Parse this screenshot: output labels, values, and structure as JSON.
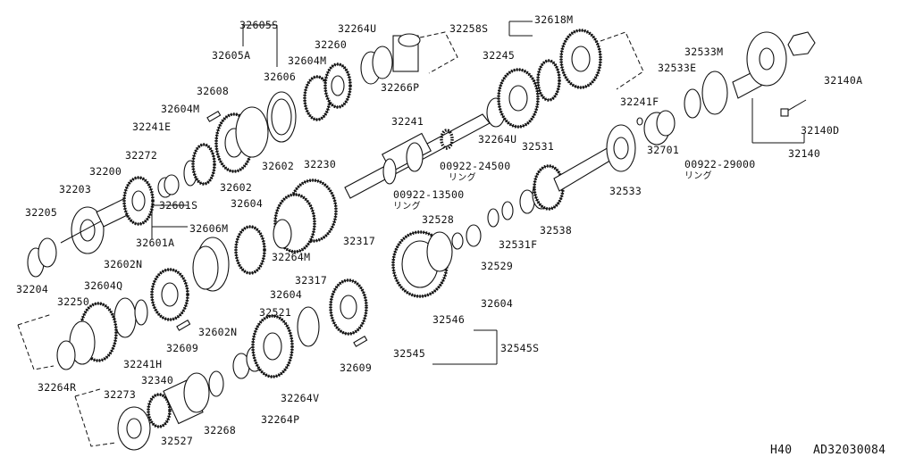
{
  "labels": {
    "l32605S": "32605S",
    "l32605A": "32605A",
    "l32606_top": "32606",
    "l32604M_top": "32604M",
    "l32260": "32260",
    "l32264U_top": "32264U",
    "l32266P": "32266P",
    "l32258S": "32258S",
    "l32618M": "32618M",
    "l32245": "32245",
    "l32264U_mid": "32264U",
    "l32241": "32241",
    "l32608": "32608",
    "l32604M_left": "32604M",
    "l32241E": "32241E",
    "l32602_a": "32602",
    "l32230": "32230",
    "l32272": "32272",
    "l32602_b": "32602",
    "l32200": "32200",
    "l32203": "32203",
    "l32205": "32205",
    "l32204": "32204",
    "l32601S": "32601S",
    "l32604_mid": "32604",
    "l32606M": "32606M",
    "l32601A": "32601A",
    "l32264M": "32264M",
    "l32602N_a": "32602N",
    "l32604Q": "32604Q",
    "l32602N_b": "32602N",
    "l32250": "32250",
    "l32609_a": "32609",
    "l32241H": "32241H",
    "l32264R": "32264R",
    "l32340": "32340",
    "l32273": "32273",
    "l32527": "32527",
    "l32268": "32268",
    "l32264P": "32264P",
    "l32264V": "32264V",
    "l32521": "32521",
    "l32604_low": "32604",
    "l32317_a": "32317",
    "l32317_b": "32317",
    "l32609_b": "32609",
    "l32545": "32545",
    "l32545S": "32545S",
    "l32546": "32546",
    "l32604_right": "32604",
    "l32528": "32528",
    "l32529": "32529",
    "l32531F": "32531F",
    "l32538": "32538",
    "l32531": "32531",
    "l32533_mid": "32533",
    "l00922_24500": "00922-24500",
    "l00922_24500_sub": "リング",
    "l00922_13500": "00922-13500",
    "l00922_13500_sub": "リング",
    "l32241F": "32241F",
    "l32701": "32701",
    "l32533E": "32533E",
    "l32533M": "32533M",
    "l00922_29000": "00922-29000",
    "l00922_29000_sub": "リング",
    "l32140A": "32140A",
    "l32140D": "32140D",
    "l32140": "32140"
  },
  "footer": {
    "model": "H40",
    "code": "AD32030084"
  }
}
